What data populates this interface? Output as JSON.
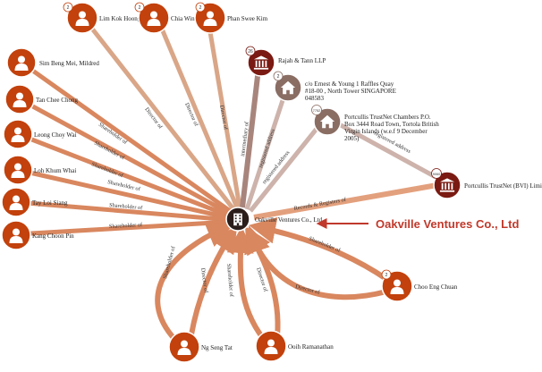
{
  "center": {
    "label": "Oakville Ventures Co., Ltd"
  },
  "annotation": "Oakville Ventures Co., Ltd",
  "nodes": [
    {
      "id": "lim",
      "label": "Lim Kok Hoong",
      "badge": "2",
      "type": "person"
    },
    {
      "id": "chia",
      "label": "Chia Winnie",
      "badge": "2",
      "type": "person"
    },
    {
      "id": "phan",
      "label": "Phan Swee Kim",
      "badge": "2",
      "type": "person"
    },
    {
      "id": "rajah",
      "label": "Rajah & Tann LLP",
      "badge": "26",
      "type": "org"
    },
    {
      "id": "ey",
      "label": "c/o Ernest & Young 1 Raffles Quay #18-00 , North Tower SINGAPORE 048583",
      "badge": "2",
      "type": "address"
    },
    {
      "id": "portcullis_addr",
      "label": "Portcullis TrustNet Chambers P.O. Box 3444 Road Town, Tortola British Virgin Islands (w.e.f 9 December 2005)",
      "badge": "7752",
      "type": "address"
    },
    {
      "id": "portcullis",
      "label": "Portcullis TrustNet (BVI) Limited",
      "badge": "9060",
      "type": "org"
    },
    {
      "id": "sim",
      "label": "Sim Beng Mei, Mildred",
      "badge": "",
      "type": "person"
    },
    {
      "id": "tan",
      "label": "Tan Chee Chong",
      "badge": "",
      "type": "person"
    },
    {
      "id": "leong",
      "label": "Leong Choy Wai",
      "badge": "",
      "type": "person"
    },
    {
      "id": "loh",
      "label": "Loh Khum Whai",
      "badge": "",
      "type": "person"
    },
    {
      "id": "tay",
      "label": "Tay Loi Siang",
      "badge": "",
      "type": "person"
    },
    {
      "id": "kang",
      "label": "Kang Choon Pin",
      "badge": "",
      "type": "person"
    },
    {
      "id": "ng",
      "label": "Ng Seng Tat",
      "badge": "",
      "type": "person"
    },
    {
      "id": "ooi",
      "label": "Ooih Ramanathan",
      "badge": "",
      "type": "person"
    },
    {
      "id": "choo",
      "label": "Choo Eng Chuan",
      "badge": "2",
      "type": "person"
    }
  ],
  "edges": [
    {
      "from": "lim",
      "label": "Director of"
    },
    {
      "from": "chia",
      "label": "Director of"
    },
    {
      "from": "phan",
      "label": "Director of"
    },
    {
      "from": "rajah",
      "label": "intermediary of"
    },
    {
      "from": "ey",
      "label": "registered address"
    },
    {
      "from": "portcullis_addr",
      "label": "registered address"
    },
    {
      "from": "portcullis_addr2",
      "label": "registered address"
    },
    {
      "from": "portcullis",
      "label": "Records & Registers of"
    },
    {
      "from": "sim",
      "label": "Shareholder of"
    },
    {
      "from": "tan",
      "label": "Shareholder of"
    },
    {
      "from": "leong",
      "label": "Shareholder of"
    },
    {
      "from": "loh",
      "label": "Shareholder of"
    },
    {
      "from": "tay",
      "label": "Shareholder of"
    },
    {
      "from": "kang",
      "label": "Shareholder of"
    },
    {
      "from": "ng1",
      "label": "Shareholder of"
    },
    {
      "from": "ng2",
      "label": "Director of"
    },
    {
      "from": "ooi1",
      "label": "Shareholder of"
    },
    {
      "from": "ooi2",
      "label": "Director of"
    },
    {
      "from": "choo1",
      "label": "Shareholder of"
    },
    {
      "from": "choo2",
      "label": "Director of"
    }
  ],
  "colors": {
    "person": "#c2410c",
    "org": "#7a1a12",
    "address": "#8a6d63",
    "center": "#2b1d1a",
    "edge_person": "#d9875f",
    "edge_address": "#cdb3ab",
    "edge_intermediary": "#a8857c",
    "annotation": "#c0392b"
  }
}
